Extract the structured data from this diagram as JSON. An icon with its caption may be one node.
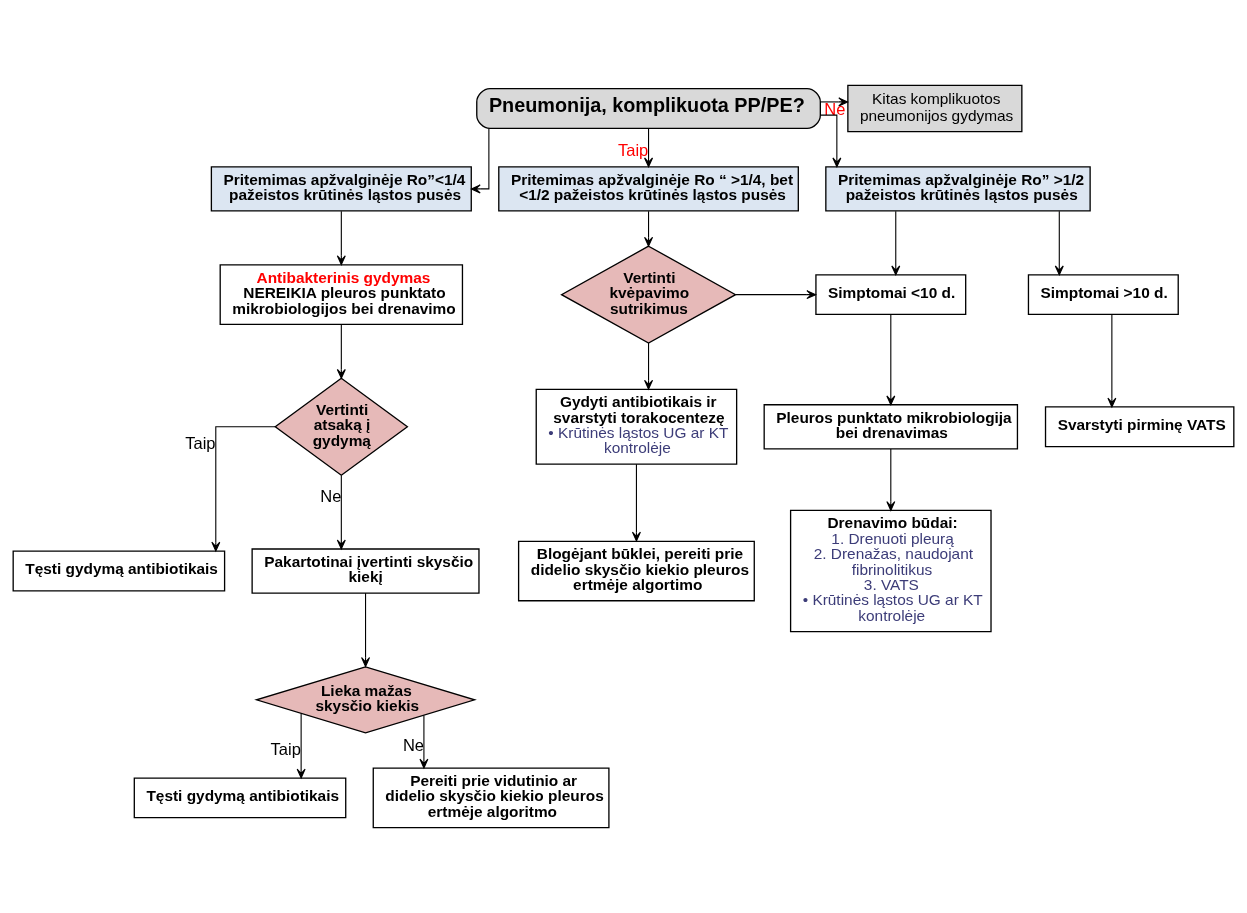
{
  "diagram": {
    "nodes": [
      {
        "text": [
          "Pneumonija, komplikuota PP/PE?"
        ]
      },
      {
        "text": [
          "Kitas komplikuotos pneumonijos gydymas"
        ]
      },
      {
        "text": [
          "Pritemimas apžvalginėje Ro”<1/4 pažeistos krūtinės ląstos pusės"
        ]
      },
      {
        "text": [
          "Pritemimas apžvalginėje Ro “ >1/4, bet <1/2 pažeistos krūtinės ląstos pusės"
        ]
      },
      {
        "text": [
          "Pritemimas apžvalginėje Ro” >1/2 pažeistos krūtinės ląstos pusės"
        ]
      },
      {
        "text": [
          "Antibakterinis gydymas",
          "NEREIKIA pleuros punktato mikrobiologijos bei drenavimo"
        ]
      },
      {
        "text": [
          "Vertinti atsaką į gydymą"
        ]
      },
      {
        "text": [
          "Tęsti gydymą antibiotikais"
        ]
      },
      {
        "text": [
          "Pakartotinai įvertinti skysčio kiekį"
        ]
      },
      {
        "text": [
          "Lieka mažas skysčio kiekis"
        ]
      },
      {
        "text": [
          "Tęsti gydymą antibiotikais"
        ]
      },
      {
        "text": [
          "Pereiti prie vidutinio ar didelio skysčio kiekio pleuros ertmėje algoritmo"
        ]
      },
      {
        "text": [
          "Vertinti kvėpavimo sutrikimus"
        ]
      },
      {
        "text": [
          "Gydyti antibiotikais ir svarstyti torakocentezę",
          "• Krūtinės ląstos UG ar KT kontrolėje"
        ]
      },
      {
        "text": [
          "Blogėjant būklei, pereiti prie didelio skysčio kiekio pleuros ertmėje algortimo"
        ]
      },
      {
        "text": [
          "Simptomai <10 d."
        ]
      },
      {
        "text": [
          "Simptomai >10 d."
        ]
      },
      {
        "text": [
          "Pleuros punktato mikrobiologija bei drenavimas"
        ]
      },
      {
        "text": [
          "Svarstyti pirminę VATS"
        ]
      },
      {
        "text": [
          "Drenavimo būdai:",
          "1. Drenuoti pleurą",
          "2. Drenažas, naudojant fibrinolitikus",
          "3. VATS",
          "• Krūtinės ląstos UG ar KT kontrolėje"
        ]
      }
    ],
    "edges": [
      {
        "from": 0,
        "to": 1,
        "arrow": "to",
        "label": "Ne"
      },
      {
        "from": 0,
        "to": 2,
        "arrow": "to"
      },
      {
        "from": 0,
        "to": 3,
        "arrow": "to",
        "label": "Taip"
      },
      {
        "from": 0,
        "to": 4,
        "arrow": "to"
      },
      {
        "from": 2,
        "to": 5,
        "arrow": "to"
      },
      {
        "from": 5,
        "to": 6,
        "arrow": "to"
      },
      {
        "from": 6,
        "to": 7,
        "arrow": "to",
        "label": "Taip"
      },
      {
        "from": 6,
        "to": 8,
        "arrow": "to",
        "label": "Ne"
      },
      {
        "from": 8,
        "to": 9,
        "arrow": "to"
      },
      {
        "from": 9,
        "to": 10,
        "arrow": "to",
        "label": "Taip"
      },
      {
        "from": 9,
        "to": 11,
        "arrow": "to",
        "label": "Ne"
      },
      {
        "from": 3,
        "to": 12,
        "arrow": "to"
      },
      {
        "from": 12,
        "to": 15,
        "arrow": "to"
      },
      {
        "from": 12,
        "to": 13,
        "arrow": "to"
      },
      {
        "from": 13,
        "to": 14,
        "arrow": "to"
      },
      {
        "from": 4,
        "to": 15,
        "arrow": "to"
      },
      {
        "from": 4,
        "to": 16,
        "arrow": "to"
      },
      {
        "from": 15,
        "to": 17,
        "arrow": "to"
      },
      {
        "from": 16,
        "to": 18,
        "arrow": "to"
      },
      {
        "from": 17,
        "to": 19,
        "arrow": "to"
      }
    ]
  }
}
